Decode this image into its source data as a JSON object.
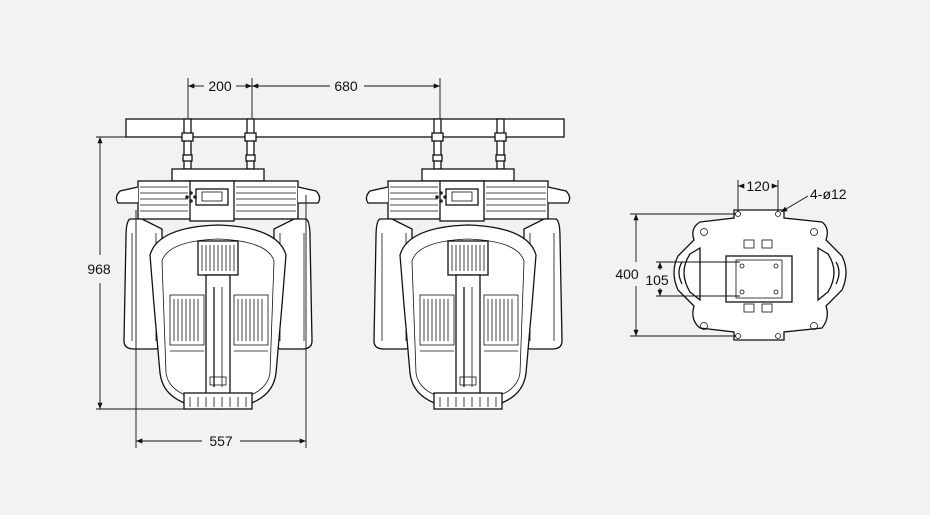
{
  "dimensions": {
    "clamp_spacing": "200",
    "fixture_spacing": "680",
    "height": "968",
    "width": "557",
    "base_hole_spacing": "120",
    "base_holes": "4-ø12",
    "base_depth": "400",
    "base_plate": "105"
  },
  "colors": {
    "background": "#f2f2f2",
    "line": "#111111",
    "fill": "#ffffff"
  }
}
